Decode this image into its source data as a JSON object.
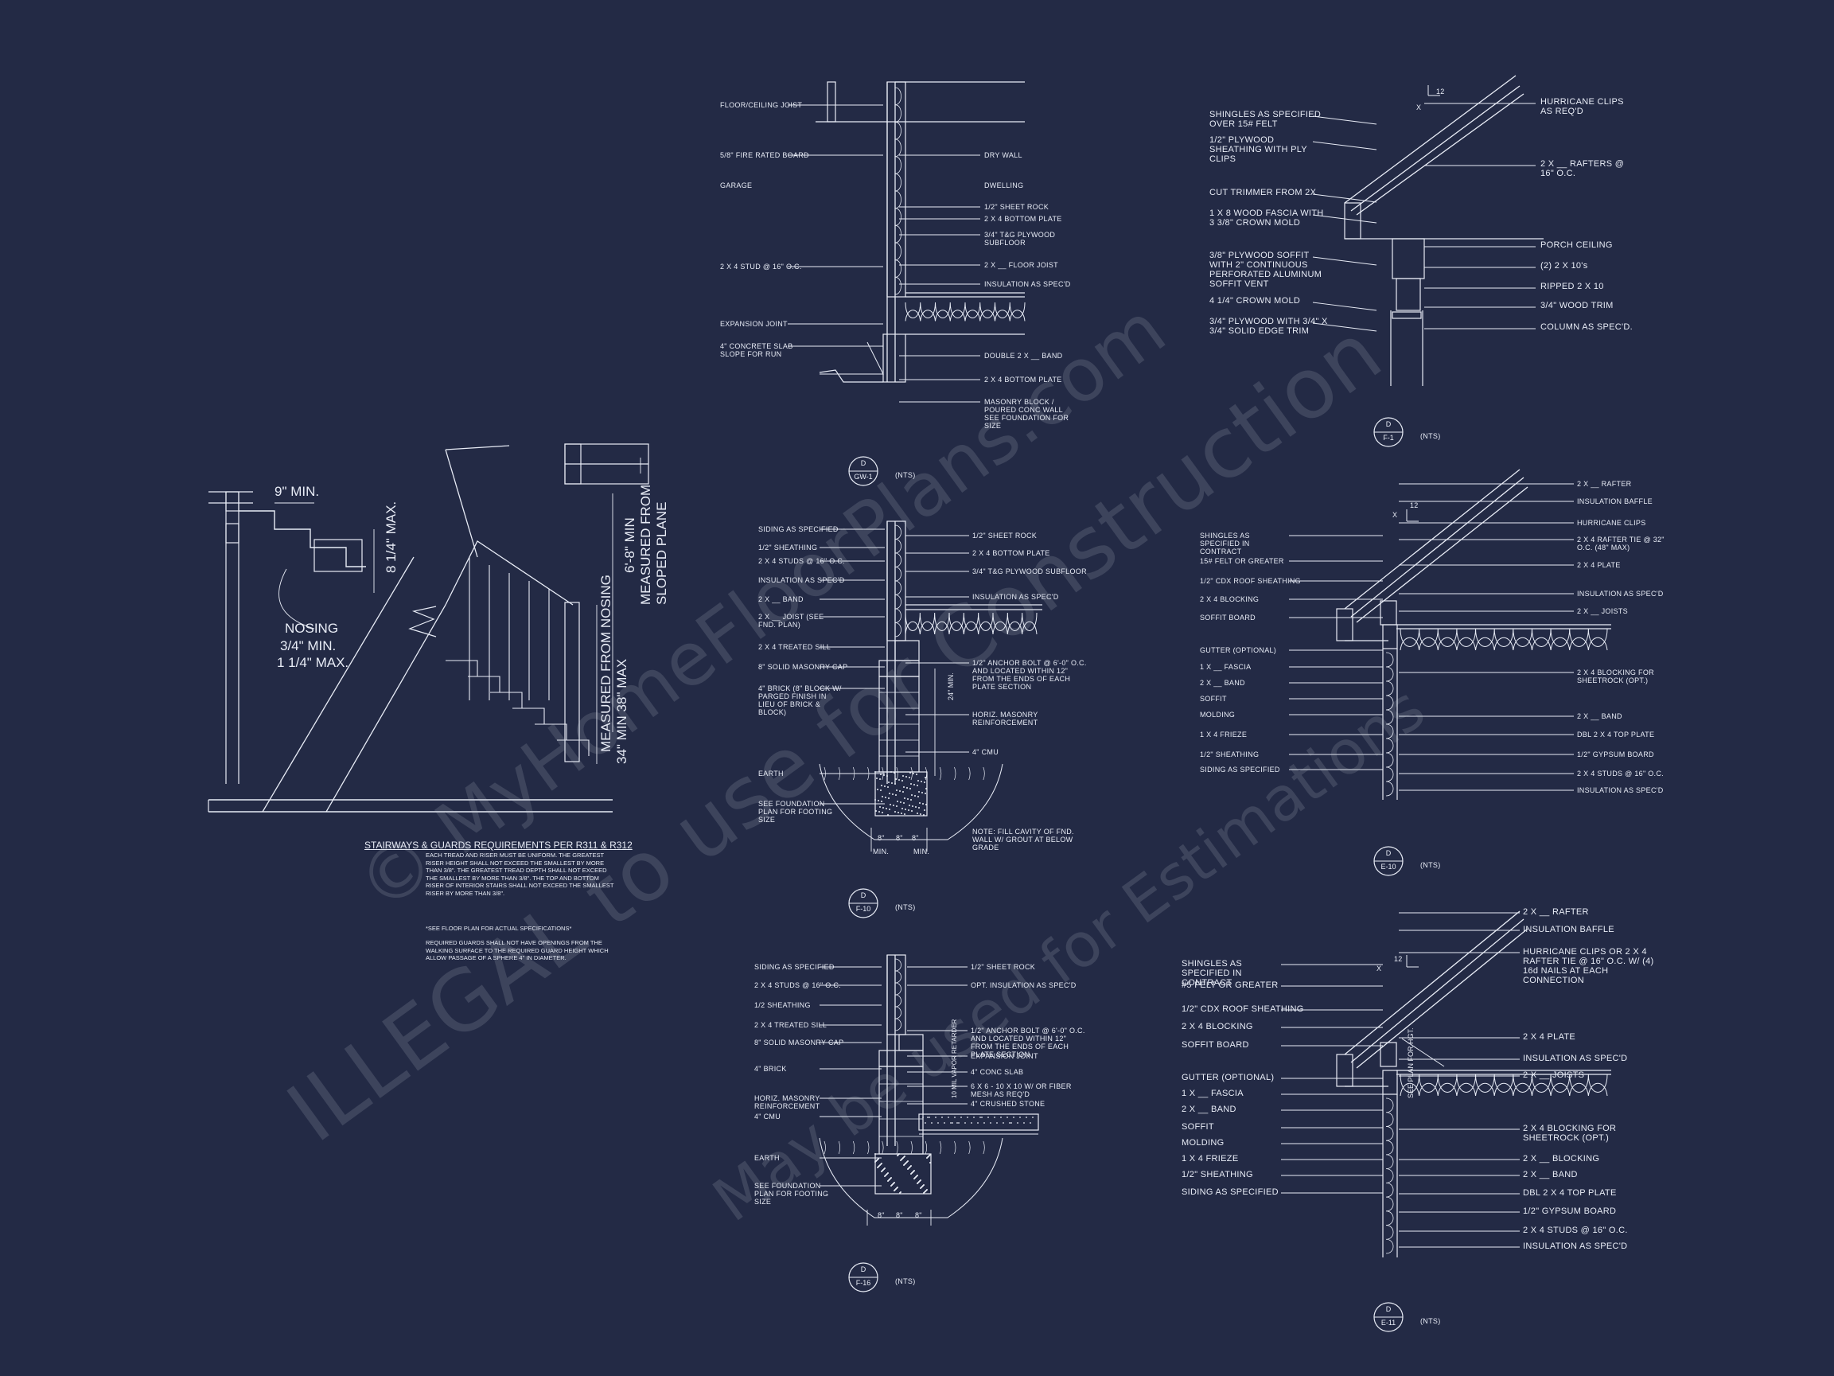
{
  "watermark": {
    "line1": "© MyHomeFloorPlans.com",
    "line2": "ILLEGAL to use for Construction",
    "line3": "May be used for Estimations"
  },
  "stair_detail": {
    "dim_tread": "9\" MIN.",
    "dim_riser": "8 1/4\" MAX.",
    "nosing_1": "NOSING",
    "nosing_2": "3/4\" MIN.",
    "nosing_3": "1 1/4\" MAX.",
    "headroom_1": "6'-8\" MIN",
    "headroom_2": "MEASURED FROM",
    "headroom_3": "SLOPED PLANE",
    "rail_1": "34\" MIN 38\" MAX",
    "rail_2": "MEASURED FROM NOSING",
    "notes_title": "STAIRWAYS & GUARDS REQUIREMENTS PER R311 & R312",
    "notes_1": "EACH TREAD AND RISER MUST BE UNIFORM. THE GREATEST RISER HEIGHT SHALL NOT EXCEED THE SMALLEST BY MORE THAN 3/8\". THE GREATEST TREAD DEPTH SHALL NOT EXCEED THE SMALLEST BY MORE THAN 3/8\". THE TOP AND BOTTOM RISER OF INTERIOR STAIRS SHALL NOT EXCEED THE SMALLEST RISER BY MORE THAN 3/8\".",
    "notes_2": "*SEE FLOOR PLAN FOR ACTUAL SPECIFICATIONS*",
    "notes_3": "REQUIRED GUARDS SHALL NOT HAVE OPENINGS FROM THE WALKING SURFACE TO THE REQUIRED GUARD HEIGHT WHICH ALLOW PASSAGE OF A SPHERE 4\" IN DIAMETER."
  },
  "garage_wall": {
    "left_labels": [
      "FLOOR/CEILING JOIST",
      "5/8\" FIRE RATED BOARD",
      "GARAGE",
      "2 X 4 STUD @ 16\" O.C.",
      "EXPANSION JOINT",
      "4\" CONCRETE SLAB SLOPE FOR RUN"
    ],
    "right_labels": [
      "DRY WALL",
      "DWELLING",
      "1/2\" SHEET ROCK",
      "2 X 4 BOTTOM PLATE",
      "3/4\" T&G PLYWOOD SUBFLOOR",
      "2 X __ FLOOR JOIST",
      "INSULATION AS SPEC'D",
      "DOUBLE 2 X __ BAND",
      "2 X 4 BOTTOM PLATE",
      "MASONRY BLOCK / POURED CONC WALL SEE FOUNDATION FOR SIZE"
    ],
    "callout_letter": "D",
    "callout_id": "GW-1",
    "scale": "(NTS)"
  },
  "foundation_f10": {
    "left_labels": [
      "SIDING AS SPECIFIED",
      "1/2\" SHEATHING",
      "2 X 4 STUDS @ 16\" O.C.",
      "INSULATION AS SPEC'D",
      "2 X __ BAND",
      "2 X __ JOIST (SEE FND. PLAN)",
      "2 X 4 TREATED SILL",
      "8\" SOLID MASONRY CAP",
      "4\" BRICK (8\" BLOCK W/ PARGED FINISH IN LIEU OF BRICK & BLOCK)",
      "EARTH",
      "SEE FOUNDATION PLAN FOR FOOTING SIZE"
    ],
    "right_labels": [
      "1/2\" SHEET ROCK",
      "2 X 4 BOTTOM PLATE",
      "3/4\" T&G PLYWOOD SUBFLOOR",
      "INSULATION AS SPEC'D",
      "1/2\" ANCHOR BOLT @ 6'-0\" O.C. AND LOCATED WITHIN 12\" FROM THE ENDS OF EACH PLATE SECTION",
      "HORIZ. MASONRY REINFORCEMENT",
      "4\" CMU",
      "NOTE: FILL CAVITY OF FND. WALL W/ GROUT AT BELOW GRADE"
    ],
    "dim_vertical": "24\" MIN.",
    "dims_bottom": [
      "8\"",
      "8\"",
      "8\""
    ],
    "dims_min": [
      "MIN.",
      "MIN."
    ],
    "callout_letter": "D",
    "callout_id": "F-10",
    "scale": "(NTS)"
  },
  "foundation_f16": {
    "left_labels": [
      "SIDING AS SPECIFIED",
      "2 X 4 STUDS @ 16\" O.C.",
      "1/2 SHEATHING",
      "2 X 4 TREATED SILL",
      "8\" SOLID MASONRY CAP",
      "4\" BRICK",
      "HORIZ. MASONRY REINFORCEMENT",
      "4\" CMU",
      "EARTH",
      "SEE FOUNDATION PLAN FOR FOOTING SIZE"
    ],
    "right_labels": [
      "1/2\" SHEET ROCK",
      "OPT. INSULATION AS SPEC'D",
      "1/2\" ANCHOR BOLT @ 6'-0\" O.C. AND LOCATED WITHIN 12\" FROM THE ENDS OF EACH PLATE SECTION",
      "EXPANSION JOINT",
      "4\" CONC SLAB",
      "6 X 6 - 10 X 10 W/ OR FIBER MESH AS REQ'D",
      "4\" CRUSHED STONE"
    ],
    "vertical_note": "10 MIL VAPOR RETARDER",
    "dims_bottom": [
      "8\"",
      "8\"",
      "8\""
    ],
    "callout_letter": "D",
    "callout_id": "F-16",
    "scale": "(NTS)"
  },
  "porch_f1": {
    "pitch": "12",
    "pitch_x": "X",
    "left_labels": [
      "SHINGLES AS SPECIFIED OVER 15# FELT",
      "1/2\" PLYWOOD SHEATHING WITH PLY CLIPS",
      "CUT TRIMMER FROM 2X",
      "1 X 8 WOOD FASCIA WITH 3 3/8\" CROWN MOLD",
      "3/8\" PLYWOOD SOFFIT WITH 2\" CONTINUOUS PERFORATED ALUMINUM SOFFIT VENT",
      "4 1/4\" CROWN MOLD",
      "3/4\" PLYWOOD WITH 3/4\" X 3/4\" SOLID EDGE TRIM"
    ],
    "right_labels": [
      "HURRICANE CLIPS AS REQ'D",
      "2 X __ RAFTERS @ 16\" O.C.",
      "PORCH CEILING",
      "(2) 2 X 10's",
      "RIPPED 2 X 10",
      "3/4\" WOOD TRIM",
      "COLUMN AS SPEC'D."
    ],
    "callout_letter": "D",
    "callout_id": "F-1",
    "scale": "(NTS)"
  },
  "eave_e10": {
    "pitch": "12",
    "pitch_x": "X",
    "left_labels": [
      "SHINGLES AS SPECIFIED IN CONTRACT",
      "15# FELT OR GREATER",
      "1/2\" CDX ROOF SHEATHING",
      "2 X 4 BLOCKING",
      "SOFFIT BOARD",
      "GUTTER (OPTIONAL)",
      "1 X __ FASCIA",
      "2 X __ BAND",
      "SOFFIT",
      "MOLDING",
      "1 X 4 FRIEZE",
      "1/2\" SHEATHING",
      "SIDING AS SPECIFIED"
    ],
    "right_labels": [
      "2 X __ RAFTER",
      "INSULATION BAFFLE",
      "HURRICANE CLIPS",
      "2 X 4 RAFTER TIE @ 32\" O.C. (48\" MAX)",
      "2 X 4 PLATE",
      "INSULATION AS SPEC'D",
      "2 X __ JOISTS",
      "2 X 4 BLOCKING FOR SHEETROCK (OPT.)",
      "2 X __ BAND",
      "DBL 2 X 4 TOP PLATE",
      "1/2\" GYPSUM BOARD",
      "2 X 4 STUDS @ 16\" O.C.",
      "INSULATION AS SPEC'D"
    ],
    "callout_letter": "D",
    "callout_id": "E-10",
    "scale": "(NTS)"
  },
  "eave_e11": {
    "pitch": "12",
    "pitch_x": "X",
    "left_labels": [
      "SHINGLES AS SPECIFIED IN CONTRACT",
      "#5 FELT OR GREATER",
      "1/2\" CDX ROOF SHEATHING",
      "2 X 4 BLOCKING",
      "SOFFIT BOARD",
      "GUTTER (OPTIONAL)",
      "1 X __ FASCIA",
      "2 X __ BAND",
      "SOFFIT",
      "MOLDING",
      "1 X 4 FRIEZE",
      "1/2\" SHEATHING",
      "SIDING AS SPECIFIED"
    ],
    "right_labels": [
      "2 X __ RAFTER",
      "INSULATION BAFFLE",
      "HURRICANE CLIPS OR 2 X 4 RAFTER TIE @ 16\" O.C. W/ (4) 16d NAILS AT EACH CONNECTION",
      "2 X 4 PLATE",
      "INSULATION AS SPEC'D",
      "2 X __ JOISTS",
      "2 X 4 BLOCKING FOR SHEETROCK (OPT.)",
      "2 X __ BLOCKING",
      "2 X __ BAND",
      "DBL 2 X 4 TOP PLATE",
      "1/2\" GYPSUM BOARD",
      "2 X 4 STUDS @ 16\" O.C.",
      "INSULATION AS SPEC'D"
    ],
    "vertical_note": "SEE PLAN FOR HGT.",
    "callout_letter": "D",
    "callout_id": "E-11",
    "scale": "(NTS)"
  }
}
